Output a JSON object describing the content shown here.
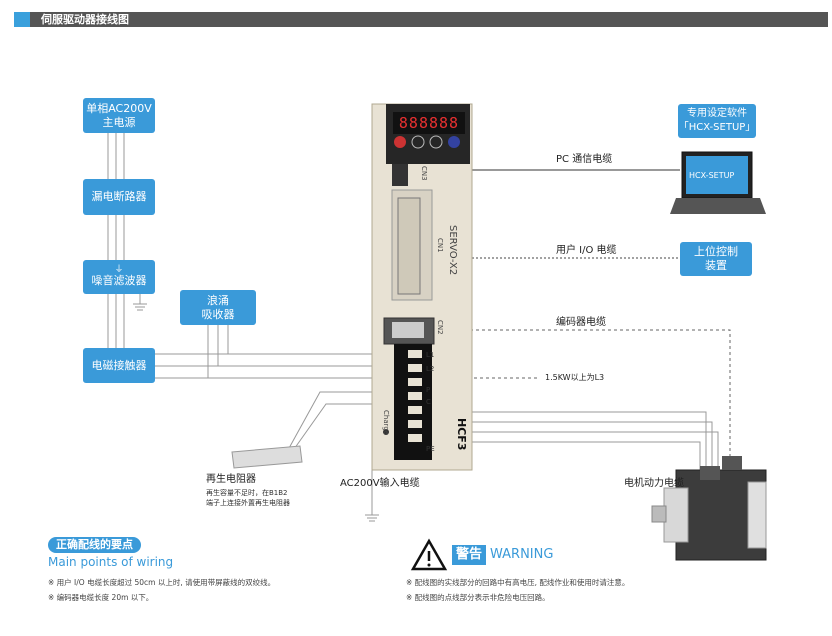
{
  "header": {
    "title": "伺服驱动器接线图"
  },
  "boxes": {
    "power": [
      "单相AC200V",
      "主电源"
    ],
    "breaker": "漏电断路器",
    "filter": "噪音滤波器",
    "surge": [
      "浪涌",
      "吸收器"
    ],
    "contactor": "电磁接触器",
    "software": [
      "专用设定软件",
      "「HCX-SETUP」"
    ],
    "laptop_screen": "HCX-SETUP",
    "host": [
      "上位控制",
      "装置"
    ]
  },
  "labels": {
    "pc_cable": "PC 通信电缆",
    "io_cable": "用户  I/O 电缆",
    "encoder_cable": "编码器电缆",
    "l3_note": "1.5KW以上为L3",
    "regen": "再生电阻器",
    "regen_note": [
      "再生容量不足时，在B1B2",
      "端子上连接外置再生电阻器"
    ],
    "ac_input": "AC200V输入电缆",
    "motor_cable": "电机动力电缆",
    "drive_display": "888888",
    "drive_brand": "SERVO-X2",
    "drive_model": "HCF3",
    "cn3": "CN3",
    "cn1": "CN1",
    "cn2": "CN2",
    "charge": "Charge",
    "term_l1": "L1",
    "term_l2": "L2",
    "term_p": "P",
    "term_c": "C",
    "term_pe": "PE"
  },
  "points": {
    "title_zh": "正确配线的要点",
    "title_en": "Main points of wiring",
    "notes": [
      "※  用户 I/O 电缆长度超过 50cm 以上时, 请使用带屏蔽线的双绞线。",
      "※  编码器电缆长度 20m 以下。"
    ]
  },
  "warning": {
    "badge": "警告",
    "title": "WARNING",
    "notes": [
      "※  配线图的实线部分的回路中有高电压, 配线作业和使用时请注意。",
      "※  配线图的点线部分表示非危险电压回路。"
    ]
  },
  "colors": {
    "accent": "#3a9ad9",
    "header": "#555555"
  }
}
